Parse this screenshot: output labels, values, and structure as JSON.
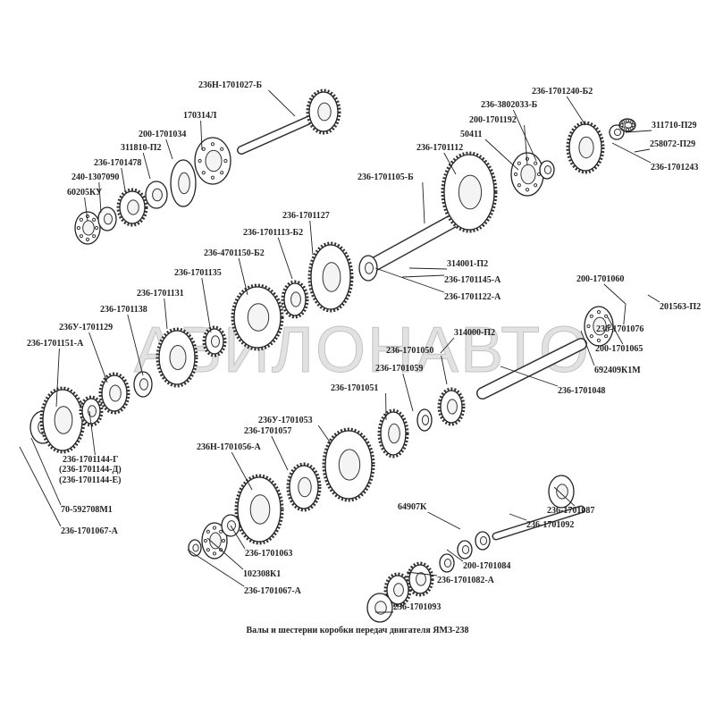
{
  "caption": "Валы и шестерни коробки передач двигателя ЯМЗ-238",
  "watermark": "АВИЛОНАВТО",
  "labels": {
    "l01": "236Н-1701027-Б",
    "l02": "170314Л",
    "l03": "200-1701034",
    "l04": "311810-П2",
    "l05": "236-1701478",
    "l06": "240-1307090",
    "l07": "60205КУ",
    "l08": "236-1701127",
    "l09": "236-1701113-Б2",
    "l10": "236-4701150-Б2",
    "l11": "236-1701135",
    "l12": "236-1701131",
    "l13": "236-1701138",
    "l14": "236У-1701129",
    "l15": "236-1701151-А",
    "l16": "236-1701144-Г",
    "l17": "(236-1701144-Д)",
    "l18": "(236-1701144-Е)",
    "l19": "70-592708М1",
    "l20": "236-1701067-А",
    "l21": "236У-1701053",
    "l22": "236-1701057",
    "l23": "236Н-1701056-А",
    "l24": "236-1701051",
    "l25": "236-1701059",
    "l26": "236-1701050",
    "l27": "314000-П2",
    "l28": "236-1701048",
    "l29": "692409К1М",
    "l30": "200-1701065",
    "l31": "236-1701076",
    "l32": "201563-П2",
    "l33": "200-1701060",
    "l34": "236-1701240-Б2",
    "l35": "236-3802033-Б",
    "l36": "200-1701192",
    "l37": "50411",
    "l38": "236-1701112",
    "l39": "236-1701105-Б",
    "l40": "311710-П29",
    "l41": "258072-П29",
    "l42": "236-1701243",
    "l43": "314001-П2",
    "l44": "236-1701145-А",
    "l45": "236-1701122-А",
    "l46": "236-1701087",
    "l47": "236-1701092",
    "l48": "64907К",
    "l49": "200-1701084",
    "l50": "236-1701082-А",
    "l51": "236-1701093",
    "l52": "236-1701063",
    "l53": "102308К1",
    "l54": "236-1701067-А"
  }
}
